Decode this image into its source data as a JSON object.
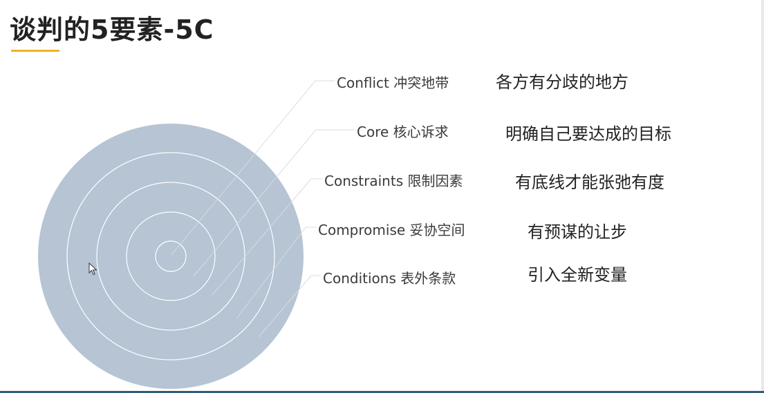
{
  "slide": {
    "title": "谈判的5要素-5C",
    "accent_color": "#f0b323",
    "circle_color": "#b6c4d4"
  },
  "elements": [
    {
      "term": "Conflict 冲突地带",
      "description": "各方有分歧的地方"
    },
    {
      "term": "Core 核心诉求",
      "description": "明确自己要达成的目标"
    },
    {
      "term": "Constraints 限制因素",
      "description": "有底线才能张弛有度"
    },
    {
      "term": "Compromise 妥协空间",
      "description": "有预谋的让步"
    },
    {
      "term": "Conditions 表外条款",
      "description": "引入全新变量"
    }
  ]
}
